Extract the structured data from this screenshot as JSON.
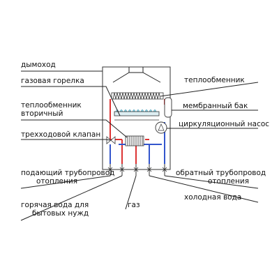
{
  "labels": {
    "chimney": "дымоход",
    "gas_burner": "газовая горелка",
    "secondary_hx_line1": "теплообменник",
    "secondary_hx_line2": "вторичный",
    "three_way_valve": "трехходовой клапан",
    "supply_line1": "подающий трубопровод",
    "supply_line2": "отопления",
    "dhw_line1": "горячая вода для",
    "dhw_line2": "бытовых нужд",
    "gas": "газ",
    "heat_exchanger": "теплообменник",
    "expansion_tank": "мембранный бак",
    "circ_pump": "циркуляционный насос",
    "return_line1": "обратный трубопровод",
    "return_line2": "отопления",
    "cold_water": "холодная вода"
  },
  "colors": {
    "hot_pipe": "#dd3333",
    "cold_pipe": "#3355cc",
    "flame": "#88ccdd",
    "line": "#222222"
  }
}
